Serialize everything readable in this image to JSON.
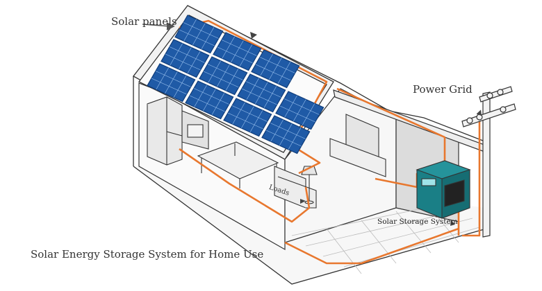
{
  "labels": {
    "solar_panels": "Solar panels",
    "power_grid": "Power Grid",
    "loads": "Loads",
    "solar_storage_system": "Solar Storage System",
    "caption": "Solar Energy Storage System for Home Use"
  },
  "colors": {
    "wire": "#e8772e",
    "panel": "#1f5aa6",
    "panel_frame": "#0e3b78",
    "storage_unit": "#1a7f86",
    "outline": "#333333"
  },
  "icons": [
    "arrow-icon",
    "utility-pole-icon",
    "solar-panel-icon",
    "battery-unit-icon"
  ]
}
